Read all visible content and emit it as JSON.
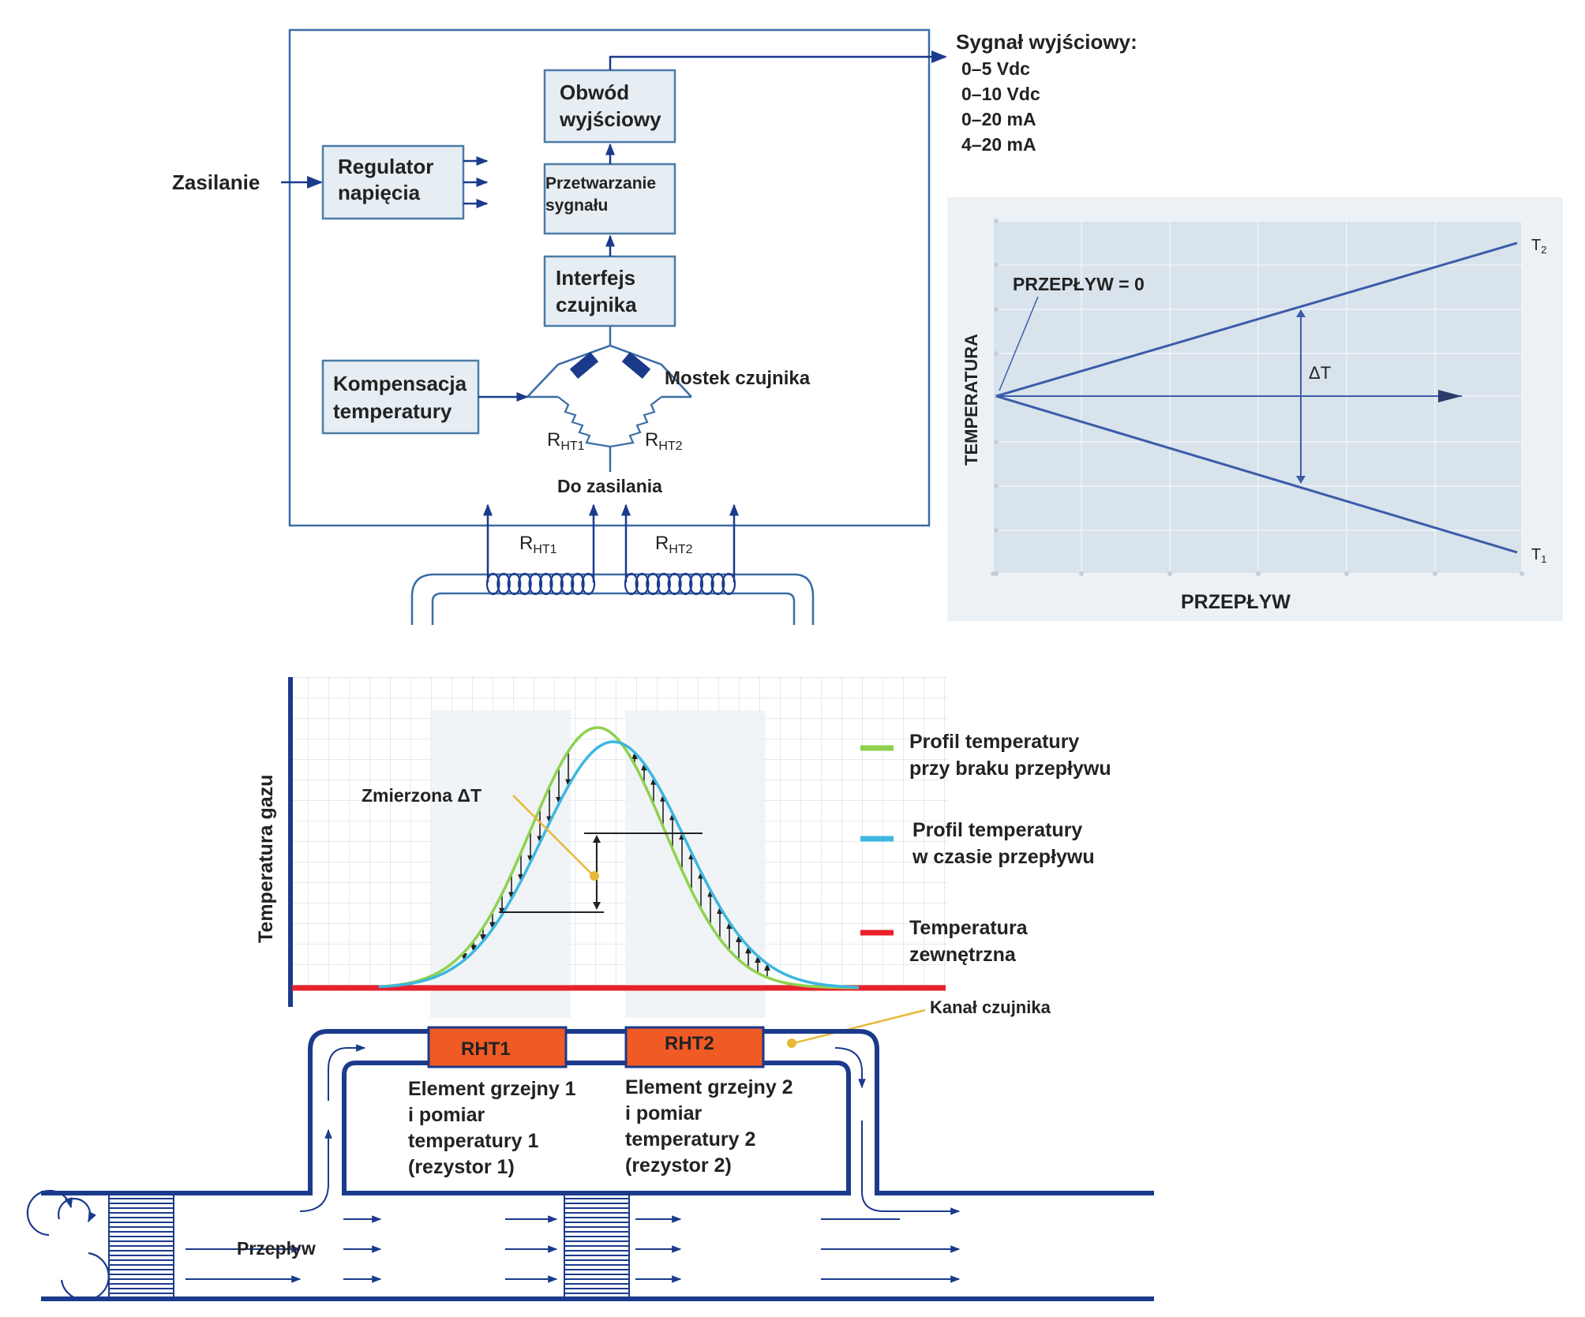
{
  "colors": {
    "dark_blue": "#1a3a8c",
    "line_blue": "#3a6da5",
    "box_fill": "#e6edf3",
    "box_stroke": "#4b7ca8",
    "graph_bg": "#d8e3ec",
    "graph_line": "#3c5ca9",
    "green_curve": "#8fd14f",
    "cyan_curve": "#3cb7e0",
    "red_baseline": "#e8202a",
    "heater_orange": "#f05a24",
    "yellow_pointer": "#e8b83a"
  },
  "block_diagram": {
    "supply_label": "Zasilanie",
    "regulator": [
      "Regulator",
      "napięcia"
    ],
    "output_circuit": [
      "Obwód",
      "wyjściowy"
    ],
    "signal_processing": [
      "Przetwarzanie",
      "sygnału"
    ],
    "sensor_interface": [
      "Interfejs",
      "czujnika"
    ],
    "temp_compensation": [
      "Kompensacja",
      "temperatury"
    ],
    "bridge_label": "Mostek czujnika",
    "r1": {
      "main": "R",
      "sub": "HT1"
    },
    "r2": {
      "main": "R",
      "sub": "HT2"
    },
    "to_supply": "Do zasilania",
    "output_signal_title": "Sygnał wyjściowy:",
    "output_signal_values": [
      "0–5 Vdc",
      "0–10 Vdc",
      "0–20 mA",
      "4–20 mA"
    ],
    "coil1": {
      "main": "R",
      "sub": "HT1"
    },
    "coil2": {
      "main": "R",
      "sub": "HT2"
    }
  },
  "dt_graph": {
    "y_axis_label": "TEMPERATURA",
    "x_axis_label": "PRZEPŁYW",
    "zero_flow_label": "PRZEPŁYW = 0",
    "delta_label": "ΔT",
    "t2_label": {
      "main": "T",
      "sub": "2"
    },
    "t1_label": {
      "main": "T",
      "sub": "1"
    }
  },
  "profile_chart": {
    "y_axis_label": "Temperatura gazu",
    "measured_label": "Zmierzona ΔT",
    "legend": [
      {
        "lines": [
          "Profil temperatury",
          "przy braku przepływu"
        ],
        "color_key": "green_curve"
      },
      {
        "lines": [
          "Profil temperatury",
          "w czasie przepływu"
        ],
        "color_key": "cyan_curve"
      },
      {
        "lines": [
          "Temperatura",
          "zewnętrzna"
        ],
        "color_key": "red_baseline"
      }
    ],
    "channel_label": "Kanał czujnika"
  },
  "flow_section": {
    "heater1": "RHT1",
    "heater2": "RHT2",
    "heater1_desc": [
      "Element grzejny 1",
      "i pomiar",
      "temperatury 1",
      "(rezystor 1)"
    ],
    "heater2_desc": [
      "Element grzejny 2",
      "i pomiar",
      "temperatury 2",
      "(rezystor 2)"
    ],
    "flow_label": "Przepływ"
  }
}
